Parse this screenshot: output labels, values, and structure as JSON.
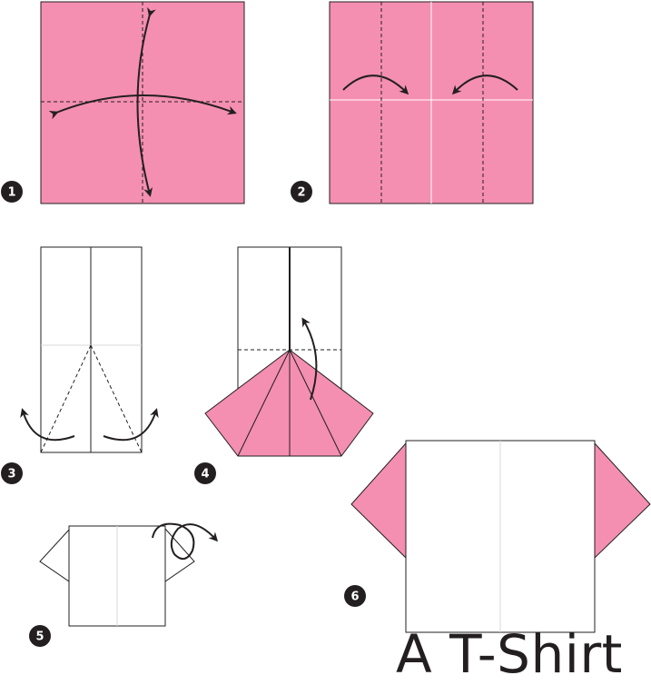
{
  "title": "A T-Shirt",
  "colors": {
    "paper_pink": "#f48fb1",
    "paper_white": "#ffffff",
    "line": "#231f20",
    "crease": "#d9d9d9"
  },
  "steps": [
    "1",
    "2",
    "3",
    "4",
    "5",
    "6"
  ]
}
